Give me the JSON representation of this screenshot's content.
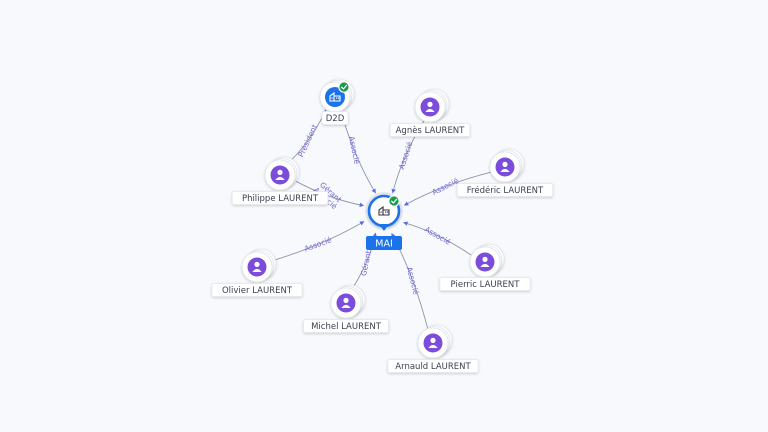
{
  "colors": {
    "accent": "#1a73e8",
    "person": "#7c4ddb",
    "edge_label": "#6f63d9",
    "check": "#1e9a4b"
  },
  "center": {
    "label": "MAI",
    "icon": "building-icon",
    "verified": true
  },
  "nodes": [
    {
      "id": "d2d",
      "label": "D2D",
      "type": "company",
      "icon": "building-icon",
      "verified": true
    },
    {
      "id": "agnes",
      "label": "Agnès LAURENT",
      "type": "person",
      "icon": "person-icon"
    },
    {
      "id": "frederic",
      "label": "Frédéric LAURENT",
      "type": "person",
      "icon": "person-icon"
    },
    {
      "id": "philippe",
      "label": "Philippe LAURENT",
      "type": "person",
      "icon": "person-icon"
    },
    {
      "id": "olivier",
      "label": "Olivier LAURENT",
      "type": "person",
      "icon": "person-icon"
    },
    {
      "id": "michel",
      "label": "Michel LAURENT",
      "type": "person",
      "icon": "person-icon"
    },
    {
      "id": "arnauld",
      "label": "Arnauld LAURENT",
      "type": "person",
      "icon": "person-icon"
    },
    {
      "id": "pierric",
      "label": "Pierric LAURENT",
      "type": "person",
      "icon": "person-icon"
    }
  ],
  "edges": [
    {
      "id": "d2d-mai",
      "from": "d2d",
      "to": "center",
      "label": "Associé"
    },
    {
      "id": "philippe-d2d",
      "from": "philippe",
      "to": "d2d",
      "label": "Président"
    },
    {
      "id": "agnes-mai",
      "from": "agnes",
      "to": "center",
      "label": "Associé"
    },
    {
      "id": "frederic-mai",
      "from": "frederic",
      "to": "center",
      "label": "Associé"
    },
    {
      "id": "philippe-mai",
      "from": "philippe",
      "to": "center",
      "label": "Gérant\nAssocié"
    },
    {
      "id": "olivier-mai",
      "from": "olivier",
      "to": "center",
      "label": "Associé"
    },
    {
      "id": "michel-mai",
      "from": "michel",
      "to": "center",
      "label": "Gérant"
    },
    {
      "id": "arnauld-mai",
      "from": "arnauld",
      "to": "center",
      "label": "Associé"
    },
    {
      "id": "pierric-mai",
      "from": "pierric",
      "to": "center",
      "label": "Associé"
    }
  ]
}
